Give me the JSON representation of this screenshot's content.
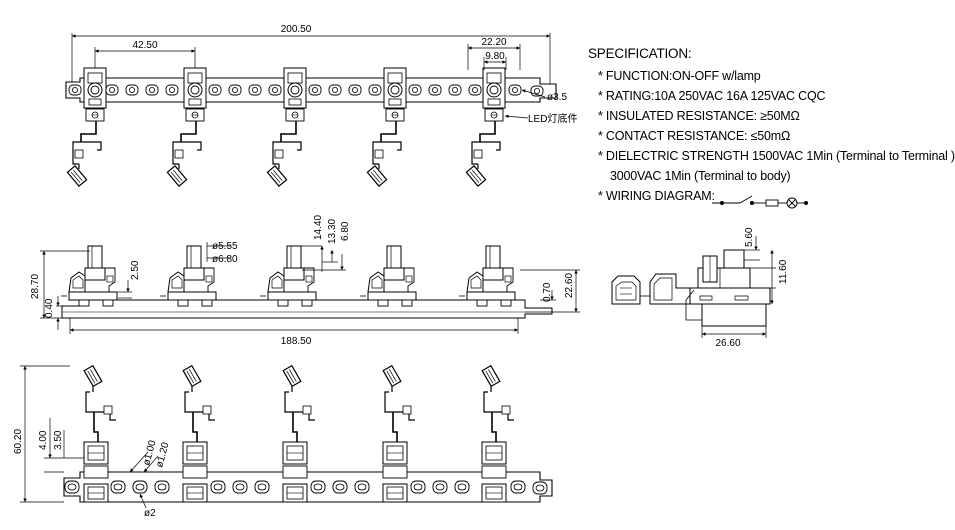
{
  "specification": {
    "title": "SPECIFICATION:",
    "lines": [
      "* FUNCTION:ON-OFF  w/lamp",
      "* RATING:10A 250VAC  16A 125VAC      CQC",
      "* INSULATED RESISTANCE:  ≥50MΩ",
      "* CONTACT RESISTANCE:   ≤50mΩ",
      "* DIELECTRIC STRENGTH  1500VAC  1Min (Terminal to Terminal )",
      "3000VAC 1Min (Terminal to body)",
      "* WIRING DIAGRAM:"
    ]
  },
  "top_view": {
    "dim_overall": "200.50",
    "dim_pitch": "42.50",
    "dim_a": "22.20",
    "dim_b": "9.80",
    "dim_hole": "ø3.5",
    "led_label": "LED灯底件"
  },
  "front_view": {
    "dim_1440": "14.40",
    "dim_1330": "13.30",
    "dim_680": "6.80",
    "dim_555": "ø5.55",
    "dim_680b": "ø6.80",
    "dim_250": "2.50",
    "dim_2870": "28.70",
    "dim_040": "0.40",
    "dim_070": "0.70",
    "dim_2260": "22.60",
    "dim_1885": "188.50"
  },
  "side_view": {
    "dim_560": "5.60",
    "dim_1160": "11.60",
    "dim_2660": "26.60"
  },
  "bottom_view": {
    "dim_6020": "60.20",
    "dim_400": "4.00",
    "dim_350": "3.50",
    "dim_100": "ø1.00",
    "dim_120": "ø1.20",
    "dim_2": "ø2"
  }
}
